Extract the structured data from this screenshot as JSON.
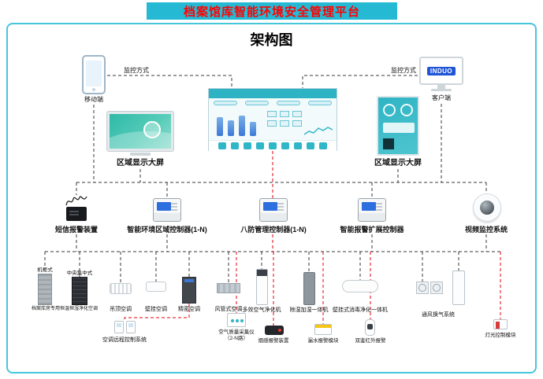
{
  "banner": {
    "title": "档案馆库智能环境安全管理平台"
  },
  "diagram": {
    "title": "架构图",
    "top": {
      "mobile_label": "移动端",
      "client_label": "客户端",
      "client_brand": "INDUO",
      "monitor_mode_left": "监控方式",
      "monitor_mode_right": "监控方式",
      "left_screen_label": "区域显示大屏",
      "right_screen_label": "区域显示大屏"
    },
    "controllers": [
      {
        "label": "短信报警装置"
      },
      {
        "label": "智能环境区域控制器(1-N)"
      },
      {
        "label": "八防管理控制器(1-N)"
      },
      {
        "label": "智能报警扩展控制器"
      },
      {
        "label": "视频监控系统"
      }
    ],
    "devices": {
      "cabinet_small": "机柜式",
      "cabinet_central": "中央集中式",
      "archive_ac": "档案库房专用恒温恒湿净化空调",
      "ceiling_ac": "吊顶空调",
      "wall_ac": "壁挂空调",
      "precision_ac": "精密空调",
      "duct_ac": "风管式空调",
      "air_purifier": "多效空气净化机",
      "humidity_unit": "除湿加湿一体机",
      "disinfect_unit": "壁挂式消毒净化一体机",
      "ventilation": "通风换气系统"
    },
    "modules": {
      "ac_remote": "空调远程控制系统",
      "air_quality_line1": "空气质量采集仪",
      "air_quality_line2": "（2-N路）",
      "smoke_alarm": "烟感报警装置",
      "water_leak": "漏水报警模块",
      "dual_infrared": "双鉴红外报警",
      "light_control": "灯光控制模块"
    }
  }
}
